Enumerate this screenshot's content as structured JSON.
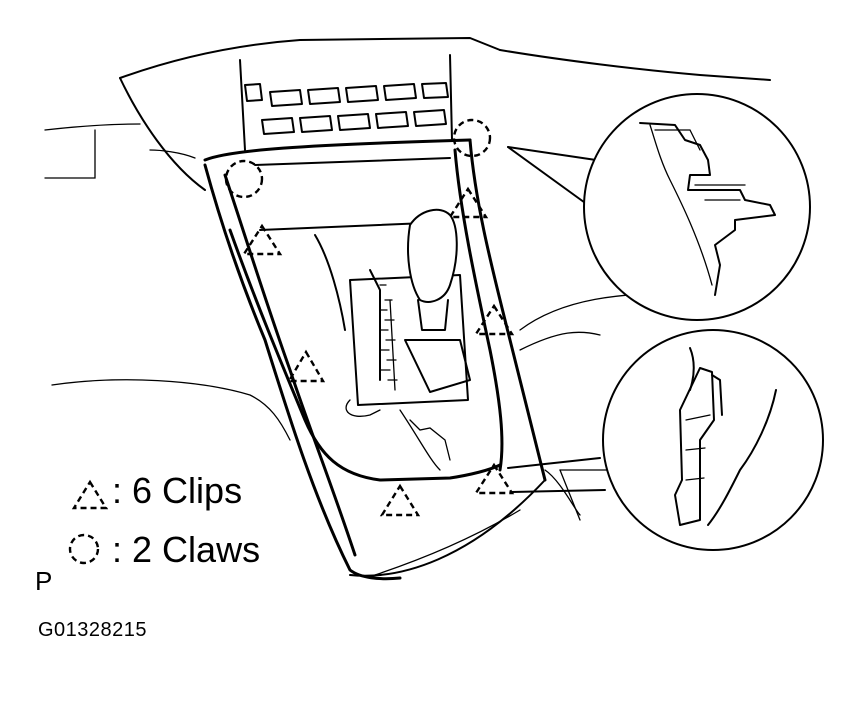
{
  "legend": {
    "clips": {
      "symbol": "triangle-dashed-icon",
      "separator": ":",
      "text": "6 Clips"
    },
    "claws": {
      "symbol": "circle-dashed-icon",
      "separator": ":",
      "text": "2 Claws"
    }
  },
  "view_letter": "P",
  "figure_code": "G01328215"
}
